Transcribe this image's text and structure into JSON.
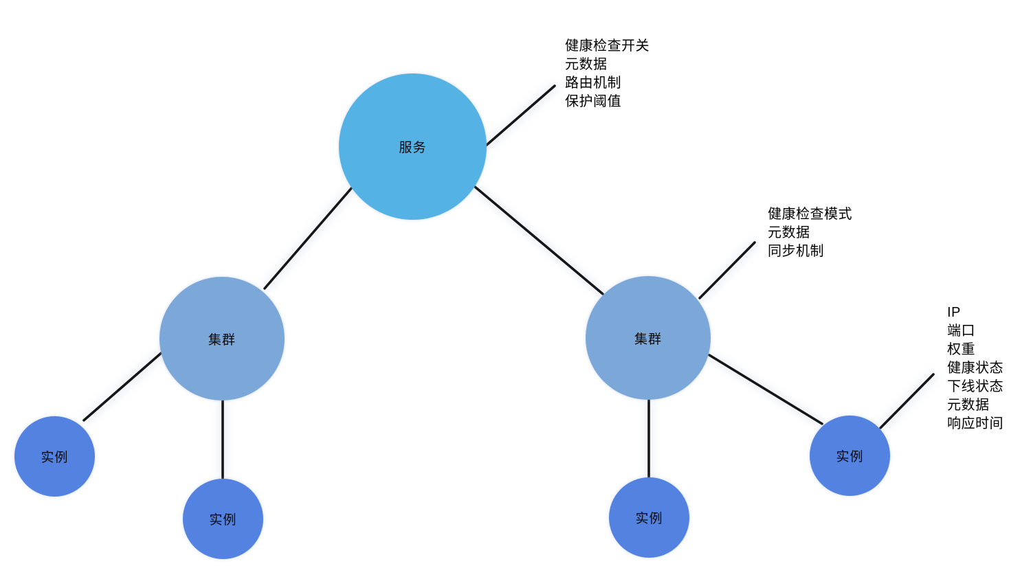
{
  "diagram": {
    "nodes": {
      "service": {
        "label": "服务",
        "level": "service"
      },
      "cluster_left": {
        "label": "集群",
        "level": "cluster"
      },
      "cluster_right": {
        "label": "集群",
        "level": "cluster"
      },
      "instance_left_1": {
        "label": "实例",
        "level": "instance"
      },
      "instance_left_2": {
        "label": "实例",
        "level": "instance"
      },
      "instance_mid": {
        "label": "实例",
        "level": "instance"
      },
      "instance_right": {
        "label": "实例",
        "level": "instance"
      }
    },
    "edges": [
      {
        "from": "service",
        "to": "cluster_left"
      },
      {
        "from": "service",
        "to": "cluster_right"
      },
      {
        "from": "service",
        "to": "service_attrs_annotation"
      },
      {
        "from": "cluster_left",
        "to": "instance_left_1"
      },
      {
        "from": "cluster_left",
        "to": "instance_left_2"
      },
      {
        "from": "cluster_right",
        "to": "instance_mid"
      },
      {
        "from": "cluster_right",
        "to": "cluster_attrs_annotation"
      },
      {
        "from": "cluster_right",
        "to": "instance_right"
      },
      {
        "from": "instance_right",
        "to": "instance_attrs_annotation"
      }
    ],
    "annotations": {
      "service_attrs": {
        "lines": [
          "健康检查开关",
          "元数据",
          "路由机制",
          "保护阈值"
        ]
      },
      "cluster_attrs": {
        "lines": [
          "健康检查模式",
          "元数据",
          "同步机制"
        ]
      },
      "instance_attrs": {
        "lines": [
          "IP",
          "端口",
          "权重",
          "健康状态",
          "下线状态",
          "元数据",
          "响应时间"
        ]
      }
    },
    "colors": {
      "service_fill": "#55b2e5",
      "cluster_fill": "#7ba7d9",
      "instance_fill": "#5382e0",
      "edge_stroke": "#161616",
      "text": "#000000",
      "background": "#ffffff"
    }
  }
}
